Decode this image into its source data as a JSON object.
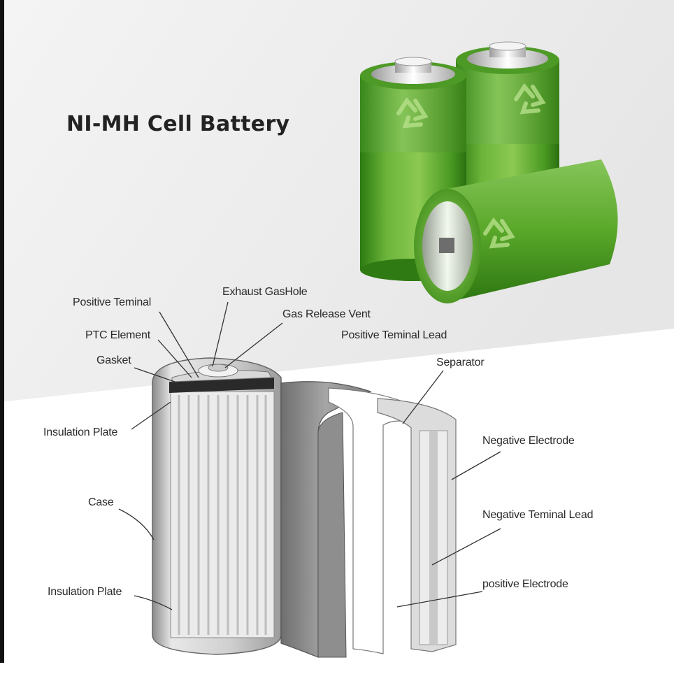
{
  "title": "NI-MH Cell Battery",
  "labels": {
    "positive_terminal": "Positive Teminal",
    "exhaust_gas_hole": "Exhaust GasHole",
    "gas_release_vent": "Gas Release Vent",
    "ptc_element": "PTC Element",
    "positive_terminal_lead": "Positive Teminal Lead",
    "gasket": "Gasket",
    "separator": "Separator",
    "insulation_plate_top": "Insulation Plate",
    "negative_electrode": "Negative Electrode",
    "case": "Case",
    "negative_terminal_lead": "Negative Teminal Lead",
    "positive_electrode": "positive Electrode",
    "insulation_plate_bottom": "Insulation Plate"
  },
  "colors": {
    "battery_green": "#5fa82a",
    "battery_dark_green": "#2f7a16",
    "background_grey": "#ececec"
  }
}
